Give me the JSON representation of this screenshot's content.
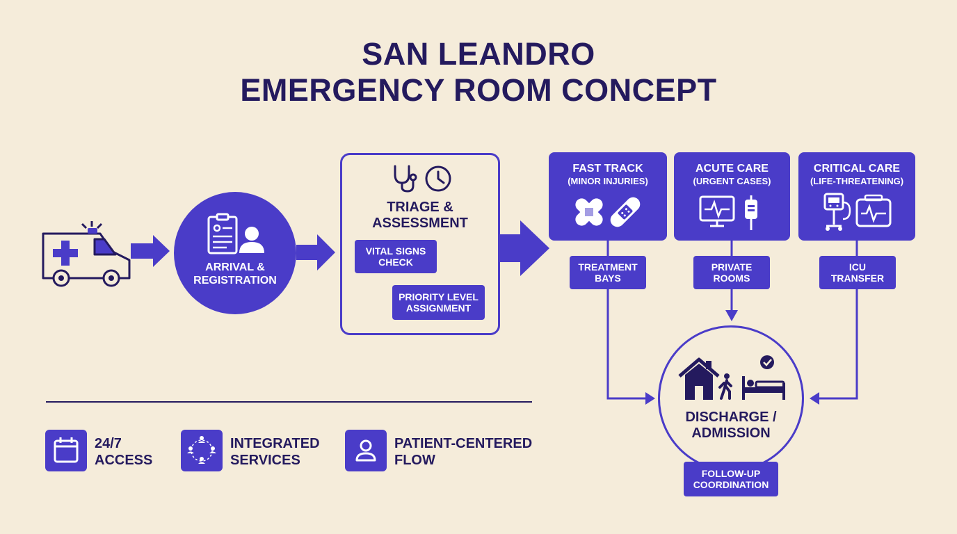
{
  "title": {
    "line1": "SAN LEANDRO",
    "line2": "EMERGENCY ROOM CONCEPT"
  },
  "arrival": {
    "label_line1": "ARRIVAL &",
    "label_line2": "REGISTRATION"
  },
  "triage": {
    "title_line1": "TRIAGE &",
    "title_line2": "ASSESSMENT",
    "step1_line1": "VITAL SIGNS",
    "step1_line2": "CHECK",
    "step2_line1": "PRIORITY LEVEL",
    "step2_line2": "ASSIGNMENT"
  },
  "care_paths": [
    {
      "title": "FAST TRACK",
      "subtitle": "(MINOR INJURIES)",
      "destination_line1": "TREATMENT",
      "destination_line2": "BAYS"
    },
    {
      "title": "ACUTE CARE",
      "subtitle": "(URGENT CASES)",
      "destination_line1": "PRIVATE",
      "destination_line2": "ROOMS"
    },
    {
      "title": "CRITICAL CARE",
      "subtitle": "(LIFE-THREATENING)",
      "destination_line1": "ICU",
      "destination_line2": "TRANSFER"
    }
  ],
  "discharge": {
    "label_line1": "DISCHARGE /",
    "label_line2": "ADMISSION",
    "followup_line1": "FOLLOW-UP",
    "followup_line2": "COORDINATION"
  },
  "features": [
    {
      "line1": "24/7",
      "line2": "ACCESS",
      "icon": "calendar-icon"
    },
    {
      "line1": "INTEGRATED",
      "line2": "SERVICES",
      "icon": "people-network-icon"
    },
    {
      "line1": "PATIENT-CENTERED",
      "line2": "FLOW",
      "icon": "person-icon"
    }
  ],
  "colors": {
    "background": "#f5ecda",
    "primary": "#4a3cc8",
    "text": "#241a5e"
  }
}
